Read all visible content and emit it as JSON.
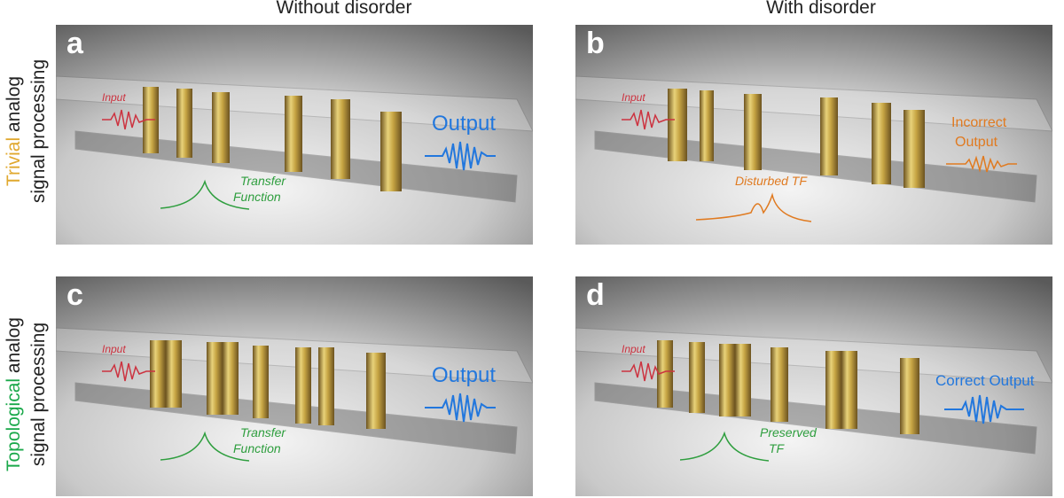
{
  "columns": [
    "Without disorder",
    "With disorder"
  ],
  "rows": [
    {
      "word": "Trivial",
      "word_color": "#e0a82e",
      "rest": "analog",
      "line2": "signal processing"
    },
    {
      "word": "Topological",
      "word_color": "#1aa84a",
      "rest": "analog",
      "line2": "signal processing"
    }
  ],
  "panels": [
    {
      "letter": "a",
      "input": "Input",
      "tf": [
        "Transfer",
        "Function"
      ],
      "tf_color": "#2e9e3e",
      "output": [
        "Output"
      ],
      "output_color": "#2277dd"
    },
    {
      "letter": "b",
      "input": "Input",
      "tf": [
        "Disturbed TF"
      ],
      "tf_color": "#e07a20",
      "output": [
        "Incorrect",
        "Output"
      ],
      "output_color": "#e07a20"
    },
    {
      "letter": "c",
      "input": "Input",
      "tf": [
        "Transfer",
        "Function"
      ],
      "tf_color": "#2e9e3e",
      "output": [
        "Output"
      ],
      "output_color": "#2277dd"
    },
    {
      "letter": "d",
      "input": "Input",
      "tf": [
        "Preserved",
        "TF"
      ],
      "tf_color": "#2e9e3e",
      "output": [
        "Correct Output"
      ],
      "output_color": "#2277dd"
    }
  ],
  "colors": {
    "input": "#cc3340",
    "brass": "#c8a84a",
    "background": "#8a8a8a"
  }
}
